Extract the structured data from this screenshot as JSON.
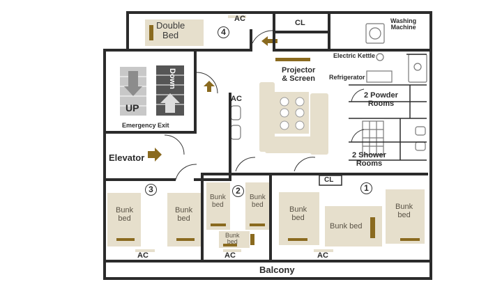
{
  "labels": {
    "double_bed": "Double\nBed",
    "room4": "4",
    "ac_top": "AC",
    "cl_top": "CL",
    "washing_machine": "Washing\nMachine",
    "electric_kettle": "Electric Kettle",
    "projector": "Projector\n& Screen",
    "refrigerator": "Refrigerator",
    "powder_rooms": "2 Powder\nRooms",
    "shower_rooms": "2 Shower\nRooms",
    "up": "UP",
    "down": "Down",
    "emergency_exit": "Emergency Exit",
    "ac_mid": "AC",
    "elevator": "Elevator",
    "cl_mid": "CL",
    "room3": "3",
    "room2": "2",
    "room1": "1",
    "bunk_r3a": "Bunk\nbed",
    "bunk_r3b": "Bunk\nbed",
    "bunk_r2a": "Bunk\nbed",
    "bunk_r2b": "Bunk\nbed",
    "bunk_r2c": "Bunk\nbed",
    "bunk_r1a": "Bunk\nbed",
    "bunk_r1b": "Bunk bed",
    "bunk_r1c": "Bunk\nbed",
    "ac_r3": "AC",
    "ac_r2": "AC",
    "ac_r1": "AC",
    "balcony": "Balcony"
  },
  "colors": {
    "wall": "#2b2b2b",
    "furniture": "#e6dfcc",
    "accent": "#8a6a1f",
    "stairs_dark": "#555555",
    "stairs_light": "#c8c8c8"
  }
}
